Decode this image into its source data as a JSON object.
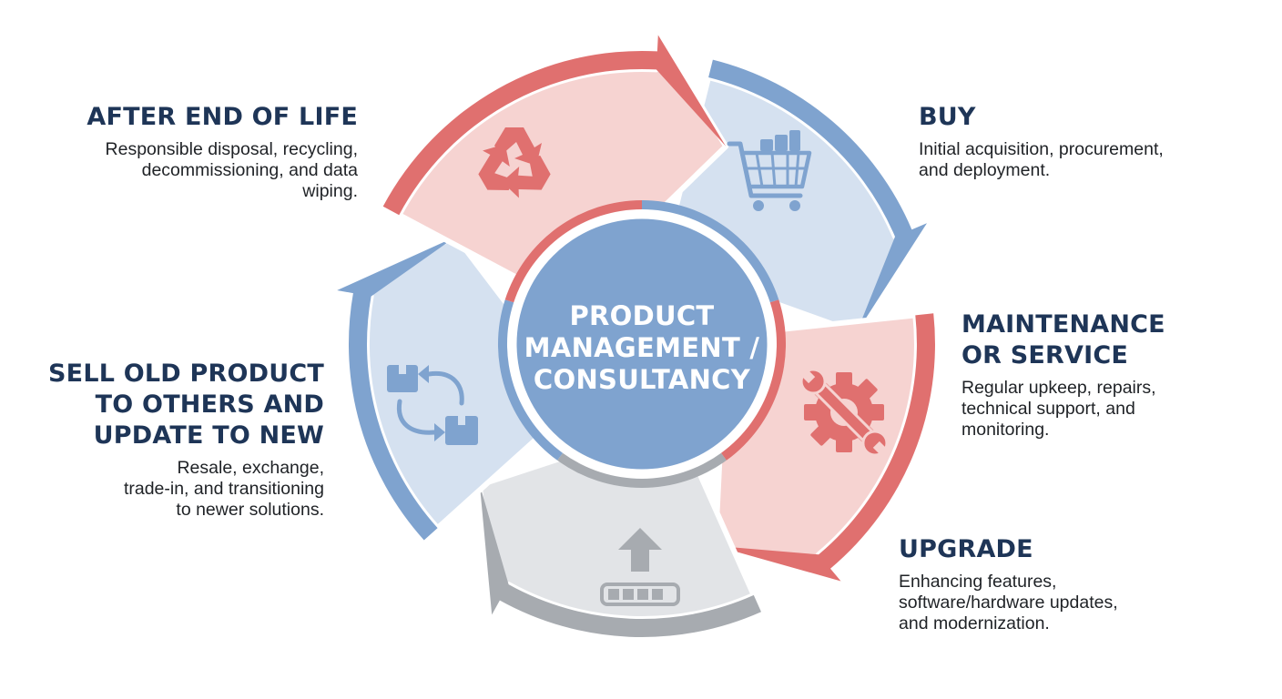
{
  "center": {
    "lines": [
      "PRODUCT",
      "MANAGEMENT /",
      "CONSULTANCY"
    ]
  },
  "stages": [
    {
      "id": "buy",
      "title_lines": [
        "BUY"
      ],
      "desc_lines": [
        "Initial acquisition, procurement,",
        "and deployment."
      ],
      "icon": "shopping-cart-icon",
      "color": "#7fa3cf",
      "fill": "#d5e1f0"
    },
    {
      "id": "maintenance",
      "title_lines": [
        "MAINTENANCE",
        "OR SERVICE"
      ],
      "desc_lines": [
        "Regular upkeep, repairs,",
        "technical support, and",
        "monitoring."
      ],
      "icon": "gear-wrench-icon",
      "color": "#e0706f",
      "fill": "#f6d3d1"
    },
    {
      "id": "upgrade",
      "title_lines": [
        "UPGRADE"
      ],
      "desc_lines": [
        "Enhancing features,",
        "software/hardware updates,",
        "and modernization."
      ],
      "icon": "upgrade-arrow-icon",
      "color": "#a7abb0",
      "fill": "#e2e4e7"
    },
    {
      "id": "sell",
      "title_lines": [
        "SELL OLD PRODUCT",
        "TO OTHERS AND",
        "UPDATE TO NEW"
      ],
      "desc_lines": [
        "Resale, exchange,",
        "trade-in, and transitioning",
        "to newer solutions."
      ],
      "icon": "box-exchange-icon",
      "color": "#7fa3cf",
      "fill": "#d5e1f0"
    },
    {
      "id": "end_of_life",
      "title_lines": [
        "AFTER END OF LIFE"
      ],
      "desc_lines": [
        "Responsible disposal, recycling,",
        "decommissioning, and data",
        "wiping."
      ],
      "icon": "recycle-icon",
      "color": "#e0706f",
      "fill": "#f6d3d1"
    }
  ],
  "colors": {
    "title": "#1e3557",
    "center_fill": "#7fa3cf",
    "blue": "#7fa3cf",
    "red": "#e0706f",
    "gray": "#a7abb0"
  }
}
